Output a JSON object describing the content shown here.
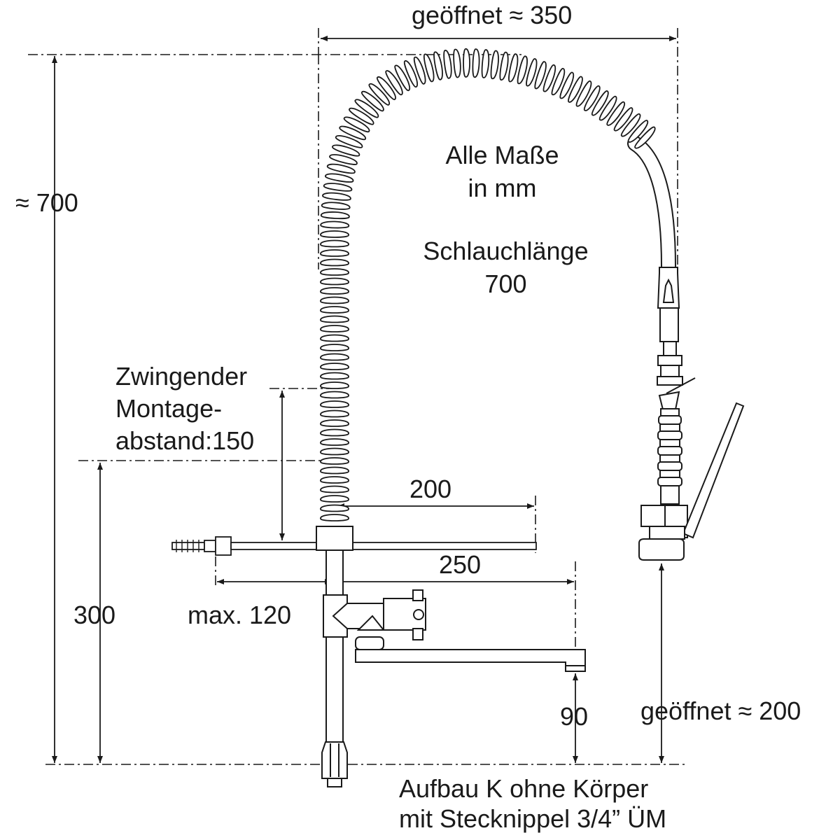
{
  "labels": {
    "width_open": "geöffnet ≈ 350",
    "height_total": "≈ 700",
    "units_line1": "Alle Maße",
    "units_line2": "in mm",
    "hose_line1": "Schlauchlänge",
    "hose_line2": "700",
    "mount_line1": "Zwingender",
    "mount_line2": "Montage-",
    "mount_line3": "abstand:150",
    "dim_200": "200",
    "dim_250": "250",
    "dim_300": "300",
    "dim_max120": "max. 120",
    "dim_90": "90",
    "spray_open": "geöffnet ≈ 200",
    "footer_line1": "Aufbau K ohne Körper",
    "footer_line2": "mit Stecknippel 3/4” ÜM"
  },
  "colors": {
    "line": "#1a1a1a",
    "part_fill": "#ffffff"
  }
}
